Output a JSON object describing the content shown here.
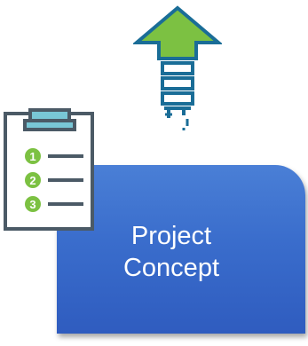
{
  "diagram": {
    "card": {
      "title_line1": "Project",
      "title_line2": "Concept"
    },
    "checklist": {
      "numbers": [
        "1",
        "2",
        "3"
      ],
      "accent_color": "#7cc142",
      "clip_color": "#79c7d6"
    },
    "arrow": {
      "fill_color": "#7cc142",
      "outline_color": "#1a6d97"
    }
  }
}
